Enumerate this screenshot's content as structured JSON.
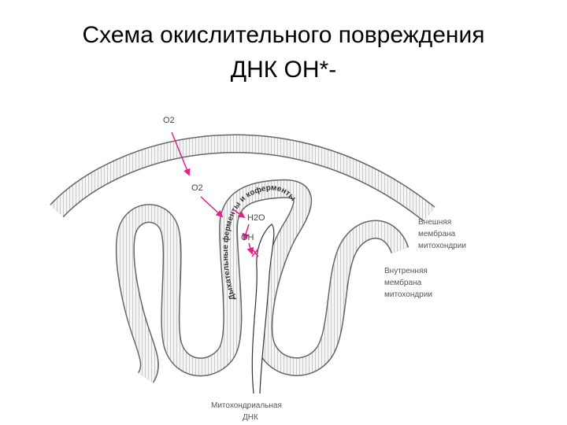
{
  "title": {
    "line1": "Схема окислительного повреждения",
    "line2": "ДНК ОН*-"
  },
  "labels": {
    "o2_outer": "O2",
    "o2_inner": "O2",
    "h2o": "H2O",
    "oh_radical": "OH",
    "outer_membrane": [
      "Внешняя",
      "мембрана",
      "митохондрии"
    ],
    "inner_membrane": [
      "Внутренняя",
      "мембрана",
      "митохондрии"
    ],
    "mtdna": [
      "Митохондриальная",
      "ДНК"
    ],
    "enzymes_curved": "Дыхательные ферменты и коферменты"
  },
  "colors": {
    "arrow": "#e0218a",
    "membrane_fill": "#f4f4f4",
    "membrane_stroke": "#666666"
  }
}
